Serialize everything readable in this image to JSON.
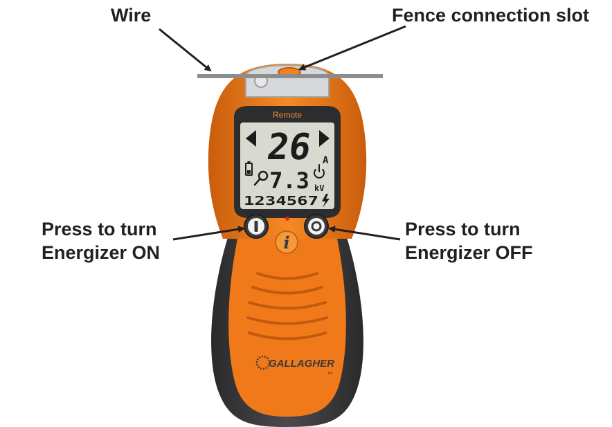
{
  "labels": {
    "wire": "Wire",
    "fence_slot": "Fence connection slot",
    "press_on_line1": "Press to turn",
    "press_on_line2": "Energizer ON",
    "press_off_line1": "Press to turn",
    "press_off_line2": "Energizer OFF"
  },
  "device": {
    "header": "Remote",
    "big_value": "26",
    "big_unit": "A",
    "small_value": "7.3",
    "small_unit": "kV",
    "digits": "1234567",
    "info_button": "i",
    "brand": "GALLAGHER",
    "trademark": "TM"
  },
  "colors": {
    "body_orange": "#f07a1a",
    "grip_dark": "#3a3a3c",
    "lcd": "#d8d9cf",
    "label_text": "#231f20"
  },
  "icons": {
    "left_arrow": "left-arrow-icon",
    "right_arrow": "right-arrow-icon",
    "battery": "battery-icon",
    "search": "search-icon",
    "power": "power-icon",
    "lightning": "lightning-icon",
    "on_button": "power-on-icon",
    "off_button": "power-off-icon"
  }
}
